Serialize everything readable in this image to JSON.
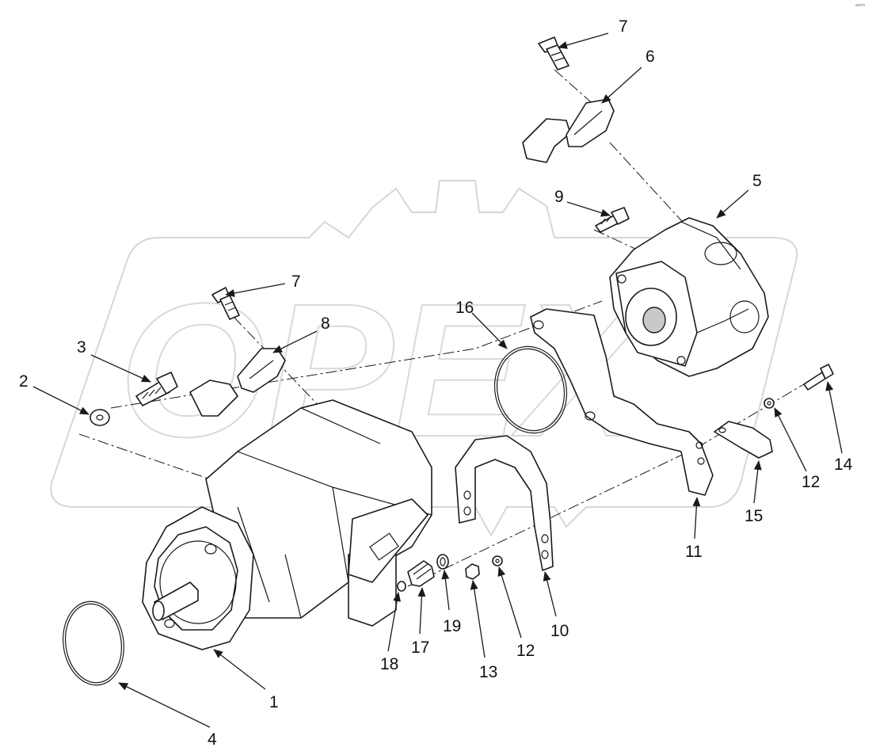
{
  "diagram": {
    "watermark_text": "OPEX",
    "corner_mark": "ᵃᵐᵐ",
    "callouts": [
      {
        "id": "c7a",
        "label": "7"
      },
      {
        "id": "c6",
        "label": "6"
      },
      {
        "id": "c9",
        "label": "9"
      },
      {
        "id": "c5",
        "label": "5"
      },
      {
        "id": "c7b",
        "label": "7"
      },
      {
        "id": "c16",
        "label": "16"
      },
      {
        "id": "c8",
        "label": "8"
      },
      {
        "id": "c3",
        "label": "3"
      },
      {
        "id": "c2",
        "label": "2"
      },
      {
        "id": "c14",
        "label": "14"
      },
      {
        "id": "c12a",
        "label": "12"
      },
      {
        "id": "c15",
        "label": "15"
      },
      {
        "id": "c11",
        "label": "11"
      },
      {
        "id": "c10",
        "label": "10"
      },
      {
        "id": "c12b",
        "label": "12"
      },
      {
        "id": "c13",
        "label": "13"
      },
      {
        "id": "c19",
        "label": "19"
      },
      {
        "id": "c17",
        "label": "17"
      },
      {
        "id": "c18",
        "label": "18"
      },
      {
        "id": "c1",
        "label": "1"
      },
      {
        "id": "c4",
        "label": "4"
      }
    ]
  }
}
